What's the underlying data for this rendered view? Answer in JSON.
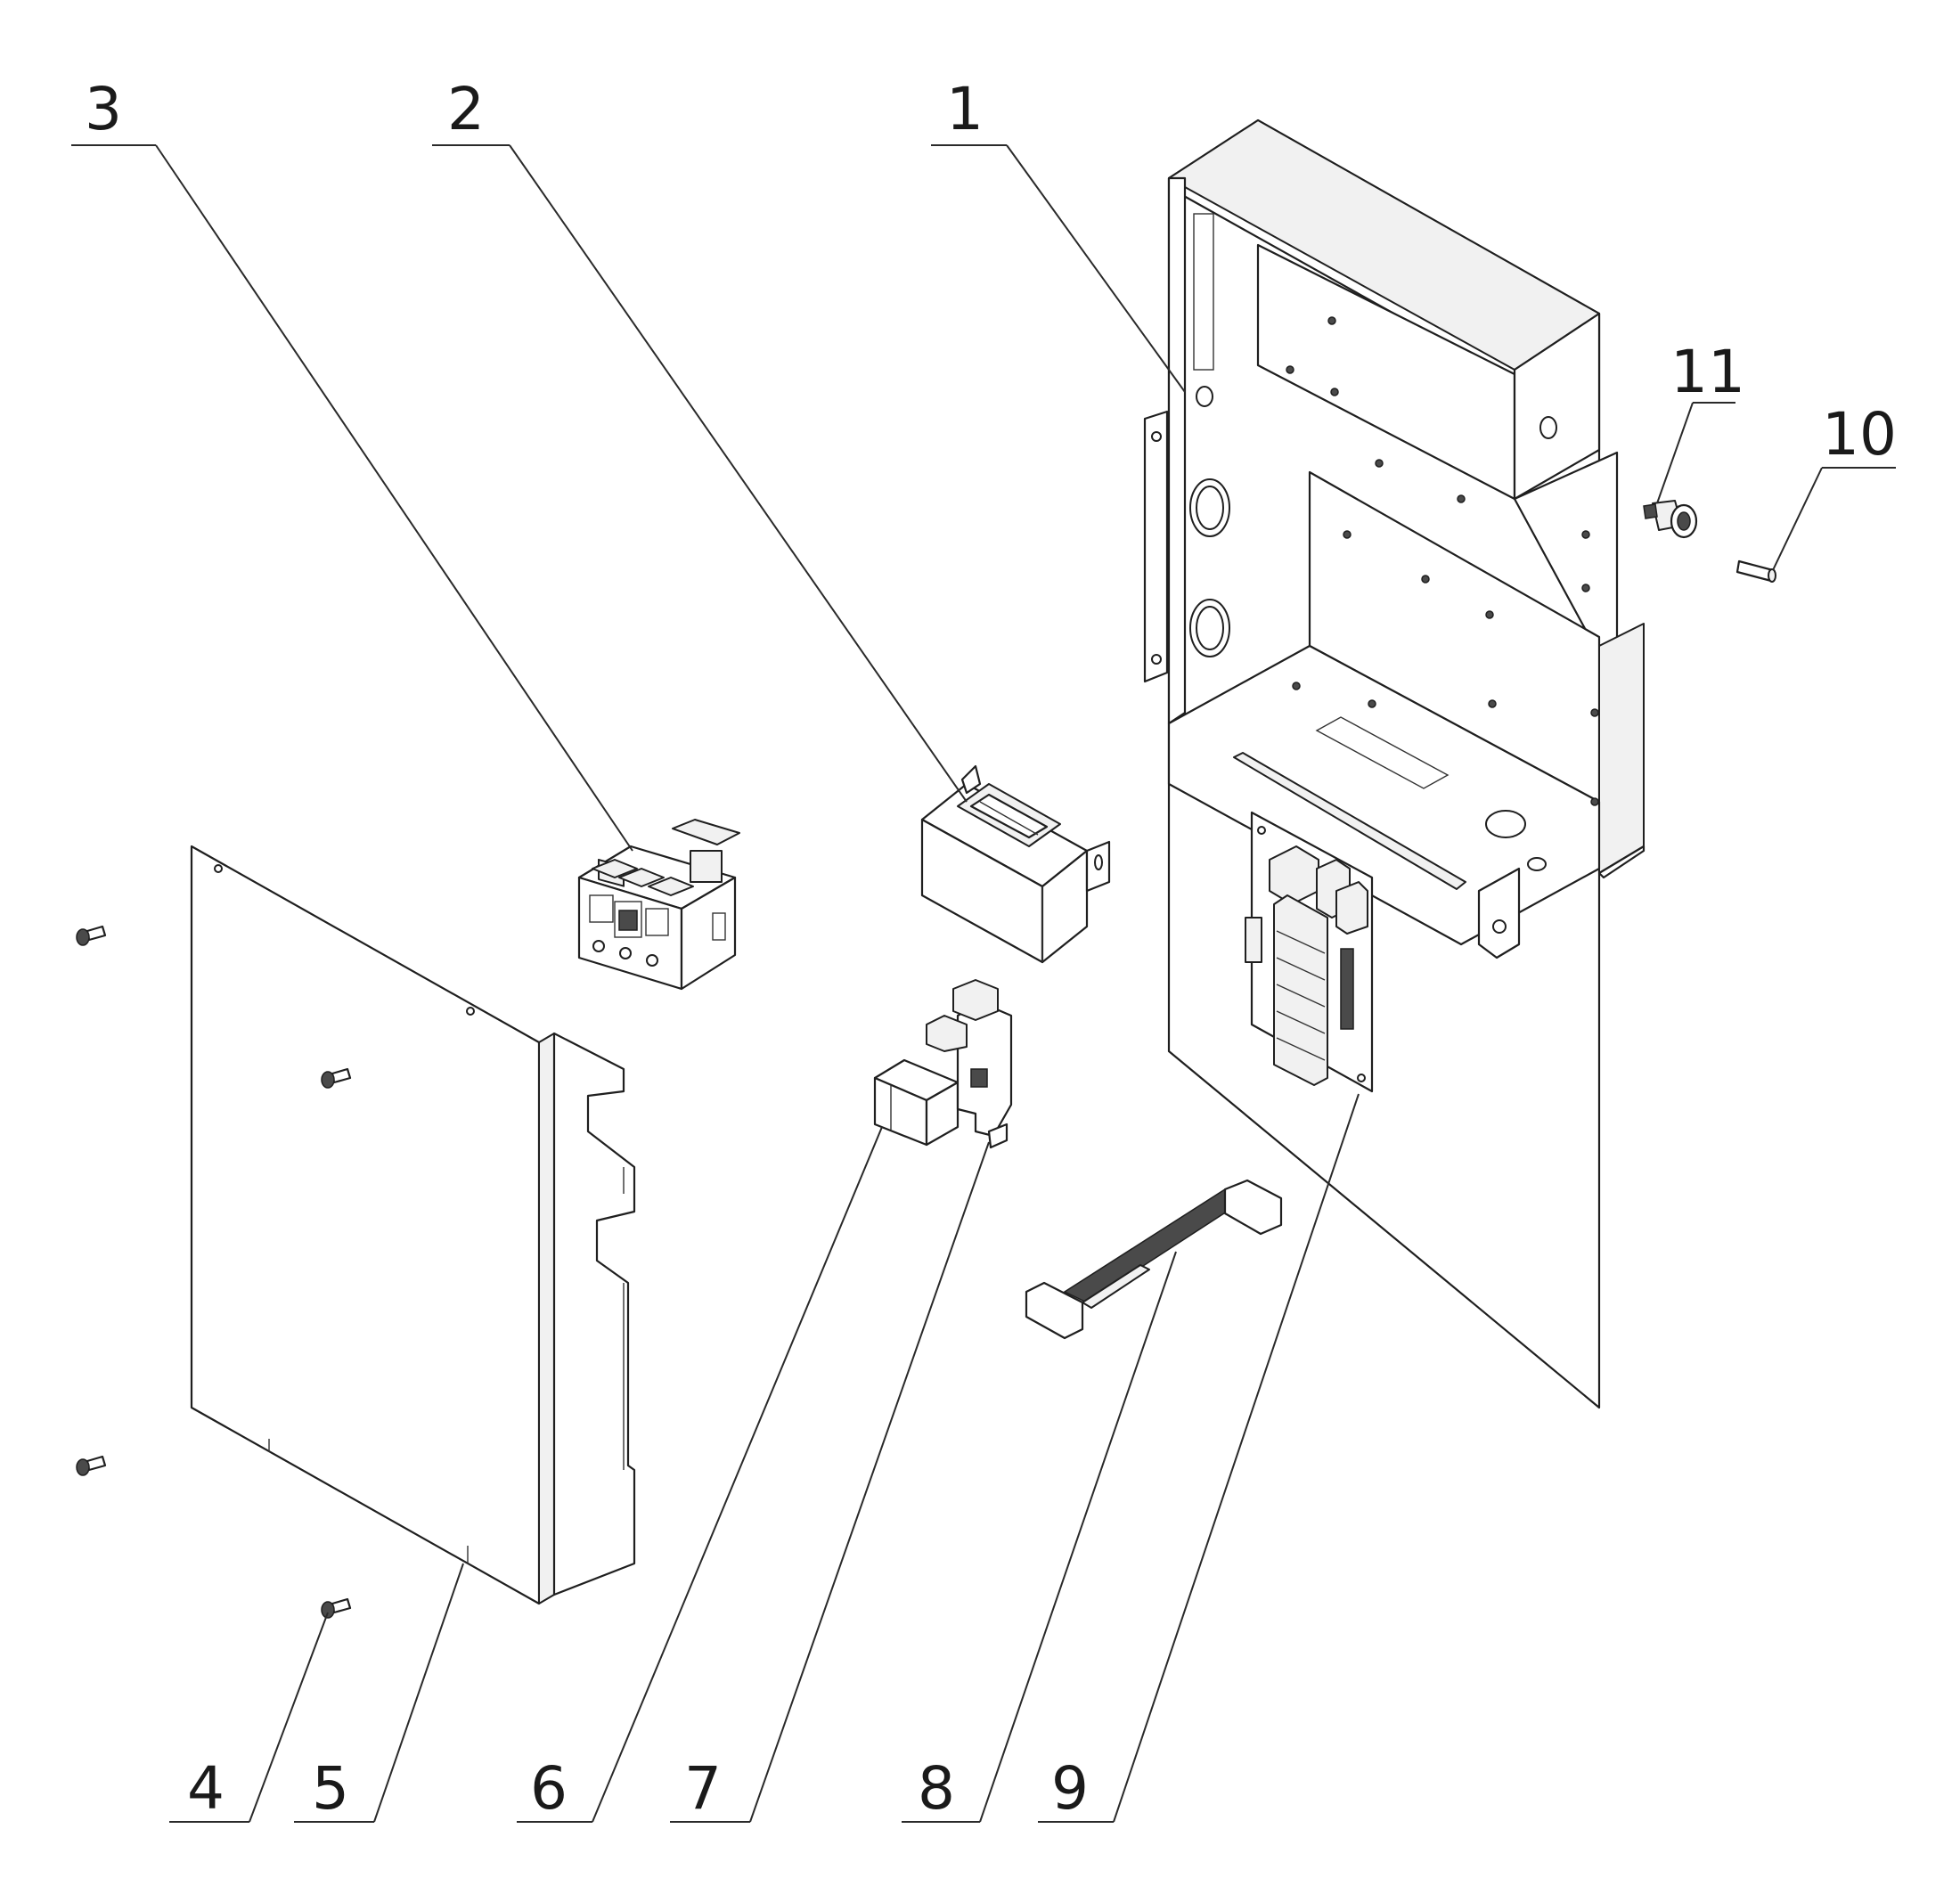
{
  "callouts": [
    {
      "id": "1",
      "label": "1"
    },
    {
      "id": "2",
      "label": "2"
    },
    {
      "id": "3",
      "label": "3"
    },
    {
      "id": "4",
      "label": "4"
    },
    {
      "id": "5",
      "label": "5"
    },
    {
      "id": "6",
      "label": "6"
    },
    {
      "id": "7",
      "label": "7"
    },
    {
      "id": "8",
      "label": "8"
    },
    {
      "id": "9",
      "label": "9"
    },
    {
      "id": "10",
      "label": "10"
    },
    {
      "id": "11",
      "label": "11"
    }
  ],
  "colors": {
    "line": "#1f1f1f",
    "background": "#ffffff"
  }
}
